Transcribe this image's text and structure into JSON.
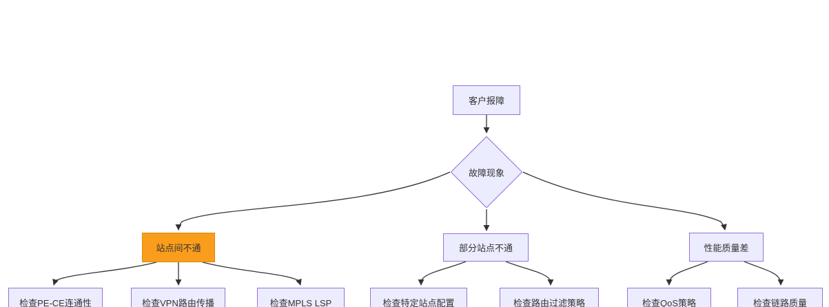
{
  "diagram": {
    "type": "flowchart",
    "direction": "top-down",
    "nodes": {
      "start": {
        "label": "客户报障",
        "shape": "rect"
      },
      "decision": {
        "label": "故障现象",
        "shape": "diamond"
      },
      "branch1": {
        "label": "站点间不通",
        "shape": "rect",
        "highlighted": true
      },
      "branch2": {
        "label": "部分站点不通",
        "shape": "rect"
      },
      "branch3": {
        "label": "性能质量差",
        "shape": "rect"
      },
      "check1": {
        "label": "检查PE-CE连通性",
        "shape": "rect"
      },
      "check2": {
        "label": "检查VPN路由传播",
        "shape": "rect"
      },
      "check3": {
        "label": "检查MPLS LSP",
        "shape": "rect"
      },
      "check4": {
        "label": "检查特定站点配置",
        "shape": "rect"
      },
      "check5": {
        "label": "检查路由过滤策略",
        "shape": "rect"
      },
      "check6": {
        "label": "检查QoS策略",
        "shape": "rect"
      },
      "check7": {
        "label": "检查链路质量",
        "shape": "rect"
      }
    },
    "edges": [
      {
        "from": "start",
        "to": "decision"
      },
      {
        "from": "decision",
        "to": "branch1"
      },
      {
        "from": "decision",
        "to": "branch2"
      },
      {
        "from": "decision",
        "to": "branch3"
      },
      {
        "from": "branch1",
        "to": "check1"
      },
      {
        "from": "branch1",
        "to": "check2"
      },
      {
        "from": "branch1",
        "to": "check3"
      },
      {
        "from": "branch2",
        "to": "check4"
      },
      {
        "from": "branch2",
        "to": "check5"
      },
      {
        "from": "branch3",
        "to": "check6"
      },
      {
        "from": "branch3",
        "to": "check7"
      }
    ],
    "colors": {
      "canvas-bg": "#ffffff",
      "node-fill": "#ECECFF",
      "node-border": "#9370DB",
      "highlight-fill": "#FA9D1C",
      "highlight-border": "#DB8B00",
      "edge-color": "#333333",
      "text-color": "#333333"
    }
  }
}
